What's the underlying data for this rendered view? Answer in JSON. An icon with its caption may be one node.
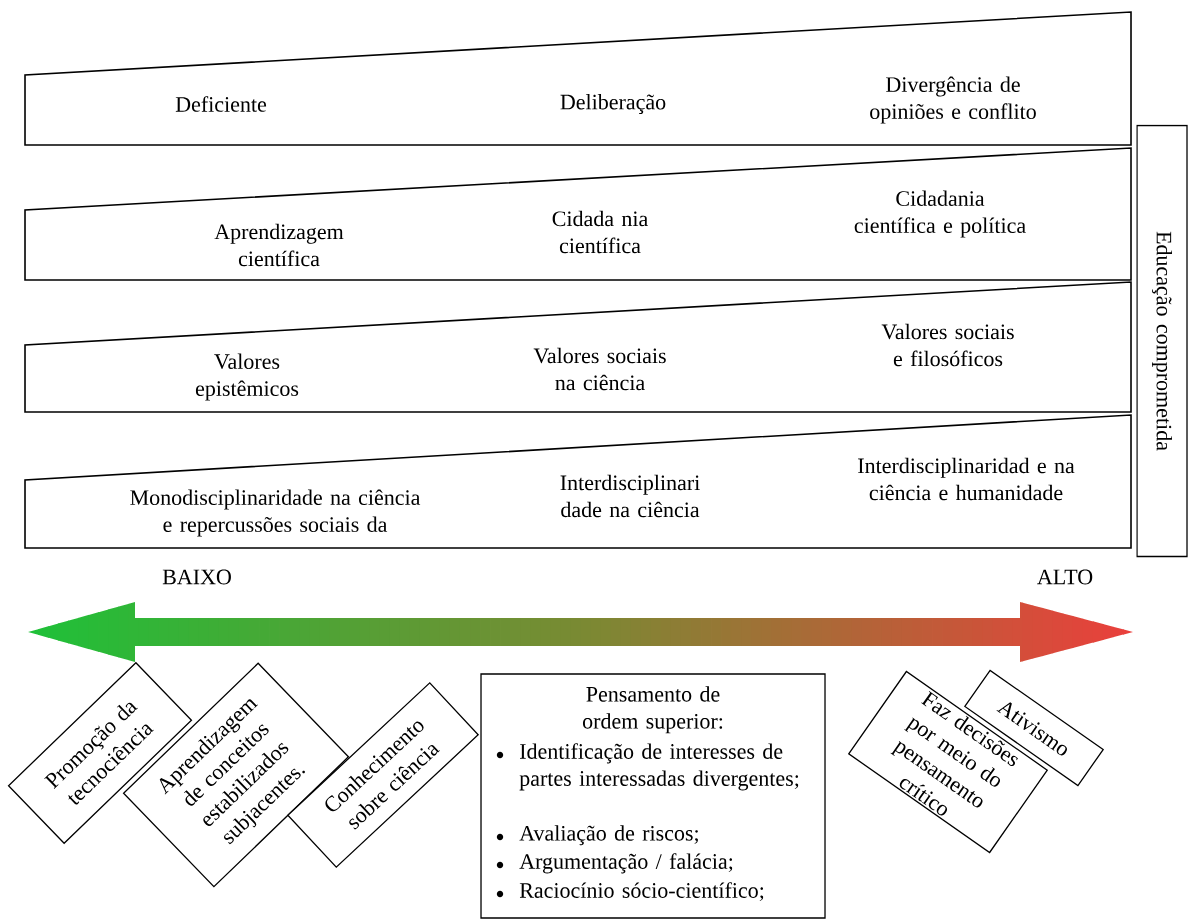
{
  "diagram": {
    "nodes": [
      {
        "text": [
          "Deficiente",
          "Deliberação",
          "Divergência de opiniões e conflito"
        ]
      },
      {
        "text": [
          "Aprendizagem científica",
          "Cidada nia científica",
          "Cidadania científica e política"
        ]
      },
      {
        "text": [
          "Valores epistêmicos",
          "Valores sociais na ciência",
          "Valores sociais e filosóficos"
        ]
      },
      {
        "text": [
          "Monodisciplinaridade na ciência e repercussões sociais da",
          "Interdisciplinari dade na ciência",
          "Interdisciplinaridad e na ciência e humanidade"
        ]
      },
      {
        "text": [
          "Educação comprometida"
        ]
      },
      {
        "text": [
          "Promoção da tecnociência"
        ]
      },
      {
        "text": [
          "Aprendizagem de conceitos estabilizados subjacentes."
        ]
      },
      {
        "text": [
          "Conhecimento sobre ciência"
        ]
      },
      {
        "text": [
          "Pensamento de ordem superior:",
          "Identificação de interesses de partes interessadas divergentes;",
          "Avaliação de riscos;",
          "Argumentação / falácia;",
          "Raciocínio sócio-científico;"
        ]
      },
      {
        "text": [
          "Faz decisões por meio do pensamento crítico"
        ]
      },
      {
        "text": [
          "Ativismo"
        ]
      }
    ],
    "labels": [
      "BAIXO",
      "ALTO"
    ]
  }
}
